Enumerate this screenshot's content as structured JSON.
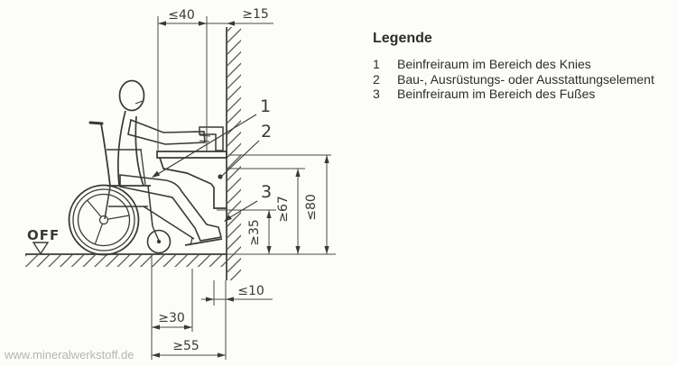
{
  "legend": {
    "title": "Legende",
    "items": [
      {
        "num": "1",
        "label": "Beinfreiraum im Bereich des Knies"
      },
      {
        "num": "2",
        "label": "Bau-, Ausrüstungs- oder Ausstattungselement"
      },
      {
        "num": "3",
        "label": "Beinfreiraum im Bereich des Fußes"
      }
    ]
  },
  "dimensions": {
    "element_depth": "≤40",
    "wall_clearance": "≥15",
    "surface_height": "≤80",
    "knee_clearance_height": "≥67",
    "foot_clearance_height": "≥35",
    "lower_wall_gap": "≤10",
    "knee_depth": "≥30",
    "foot_depth": "≥55"
  },
  "callouts": {
    "knee": "1",
    "element": "2",
    "foot": "3"
  },
  "floor_level_label": "OFF",
  "watermark": "www.mineralwerkstoff.de",
  "colors": {
    "ink": "#3a3933",
    "dimension_line": "#4b4a44",
    "background": "#fcfcfa",
    "watermark": "#b5b5b1"
  }
}
